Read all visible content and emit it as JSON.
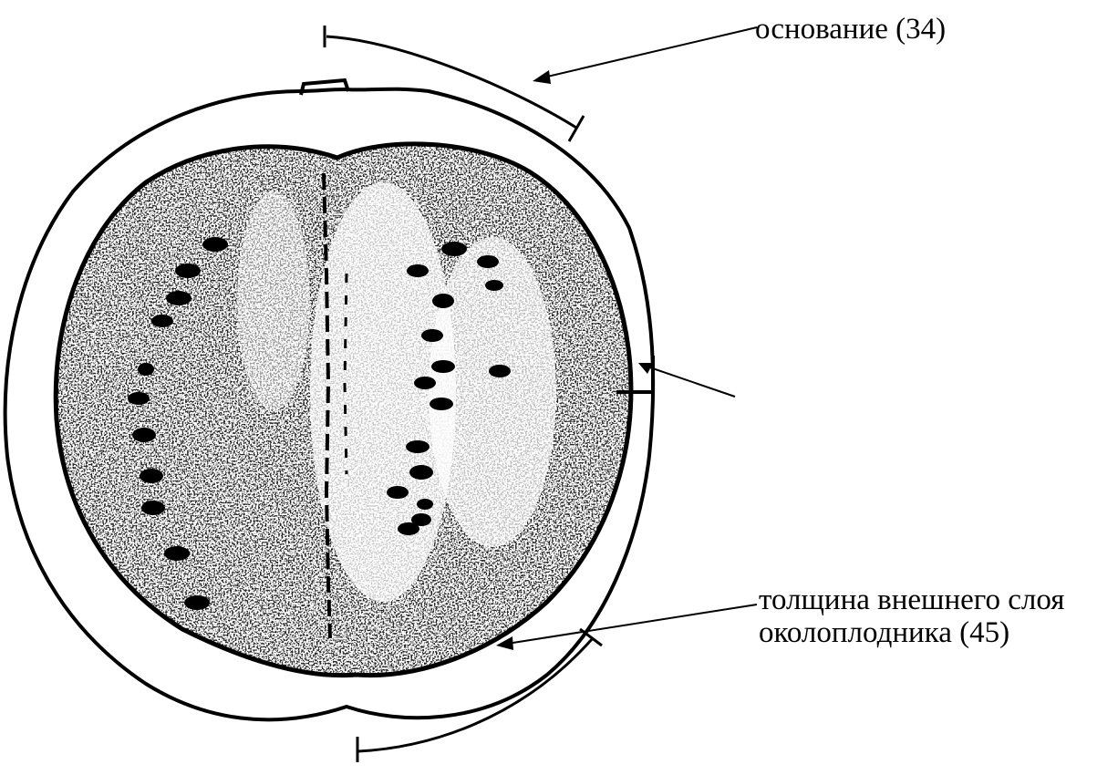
{
  "labels": {
    "base": "основание (34)",
    "pericarp_line1": "толщина внешнего слоя",
    "pericarp_line2": "околоплодника (45)"
  },
  "colors": {
    "ink": "#000000",
    "background": "#ffffff"
  }
}
